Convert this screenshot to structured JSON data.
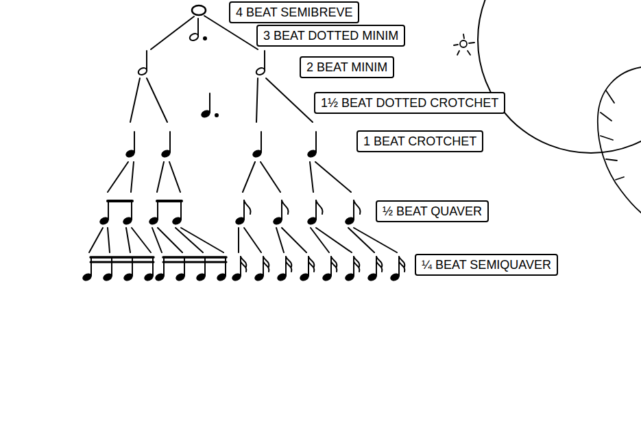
{
  "diagram": {
    "nodes": [
      {
        "text": [
          "4 BEAT SEMIBREVE"
        ]
      },
      {
        "text": [
          "3 BEAT DOTTED MINIM"
        ]
      },
      {
        "text": [
          "2 BEAT MINIM"
        ]
      },
      {
        "text": [
          "1½ BEAT DOTTED CROTCHET"
        ]
      },
      {
        "text": [
          "1 BEAT CROTCHET"
        ]
      },
      {
        "text": [
          "½ BEAT QUAVER"
        ]
      },
      {
        "text": [
          "¼ BEAT SEMIQUAVER"
        ]
      }
    ]
  }
}
